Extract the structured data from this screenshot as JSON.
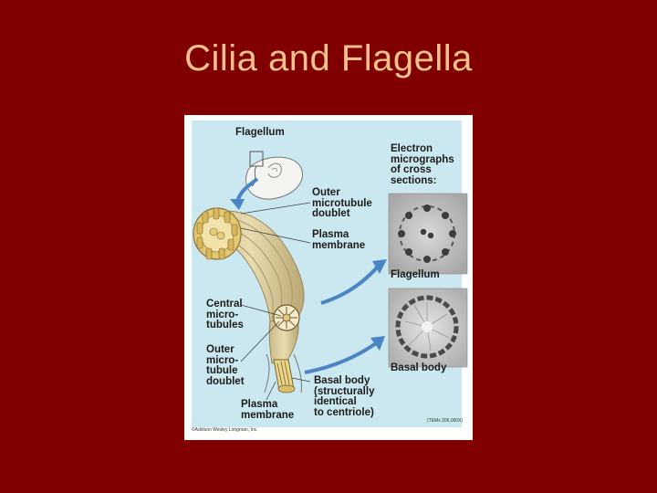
{
  "slide": {
    "title": "Cilia and Flagella"
  },
  "figure": {
    "labels": {
      "flagellum_top": "Flagellum",
      "electron_micrographs": "Electron\nmicrographs\nof cross\nsections:",
      "outer_doublet_top": "Outer\nmicrotubule\ndoublet",
      "plasma_membrane_top": "Plasma\nmembrane",
      "central_microtubules": "Central\nmicro-\ntubules",
      "outer_doublet_bottom": "Outer\nmicro-\ntubule\ndoublet",
      "flagellum_micrograph": "Flagellum",
      "basal_body_micrograph": "Basal body",
      "basal_body_desc": "Basal body\n(structurally\nidentical\nto centriole)",
      "plasma_membrane_bottom": "Plasma\nmembrane"
    },
    "credit": "©Addison Wesley Longman, Inc.",
    "figref": "(TEMs 206,000X)"
  }
}
